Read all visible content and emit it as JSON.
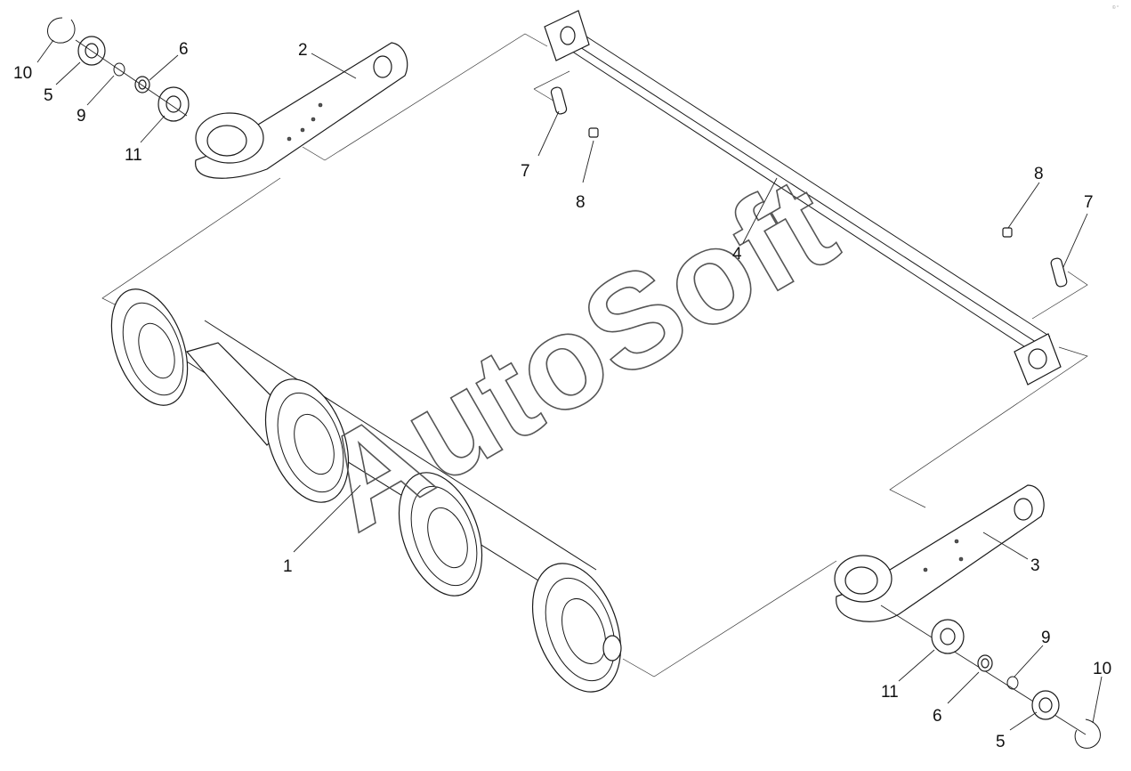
{
  "watermark": {
    "text": "AutoSoft"
  },
  "corner_mark": "© °",
  "callouts": [
    {
      "id": "c10a",
      "label": "10"
    },
    {
      "id": "c5a",
      "label": "5"
    },
    {
      "id": "c9a",
      "label": "9"
    },
    {
      "id": "c6a",
      "label": "6"
    },
    {
      "id": "c11a",
      "label": "11"
    },
    {
      "id": "c2",
      "label": "2"
    },
    {
      "id": "c7a",
      "label": "7"
    },
    {
      "id": "c8a",
      "label": "8"
    },
    {
      "id": "c4",
      "label": "4"
    },
    {
      "id": "c8b",
      "label": "8"
    },
    {
      "id": "c7b",
      "label": "7"
    },
    {
      "id": "c1",
      "label": "1"
    },
    {
      "id": "c3",
      "label": "3"
    },
    {
      "id": "c9b",
      "label": "9"
    },
    {
      "id": "c10b",
      "label": "10"
    },
    {
      "id": "c11b",
      "label": "11"
    },
    {
      "id": "c6b",
      "label": "6"
    },
    {
      "id": "c5b",
      "label": "5"
    }
  ]
}
